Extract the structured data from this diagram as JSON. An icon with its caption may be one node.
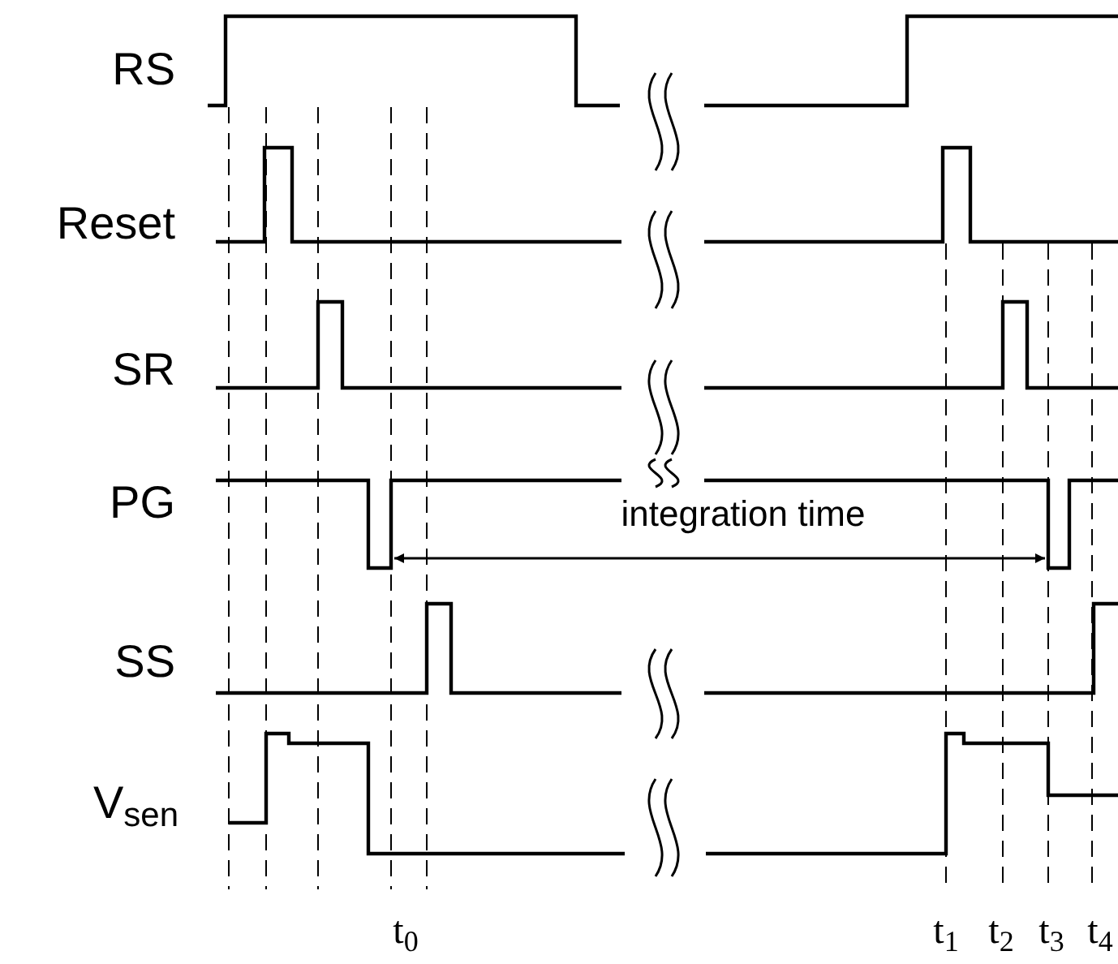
{
  "diagram": {
    "labels": [
      "RS",
      "Reset",
      "SR",
      "PG",
      "integration time",
      "SS",
      "V$_{sen}$",
      "t$_{0}$",
      "t$_{1}$",
      "t$_{2}$",
      "t$_{3}$",
      "t$_{4}$"
    ]
  }
}
